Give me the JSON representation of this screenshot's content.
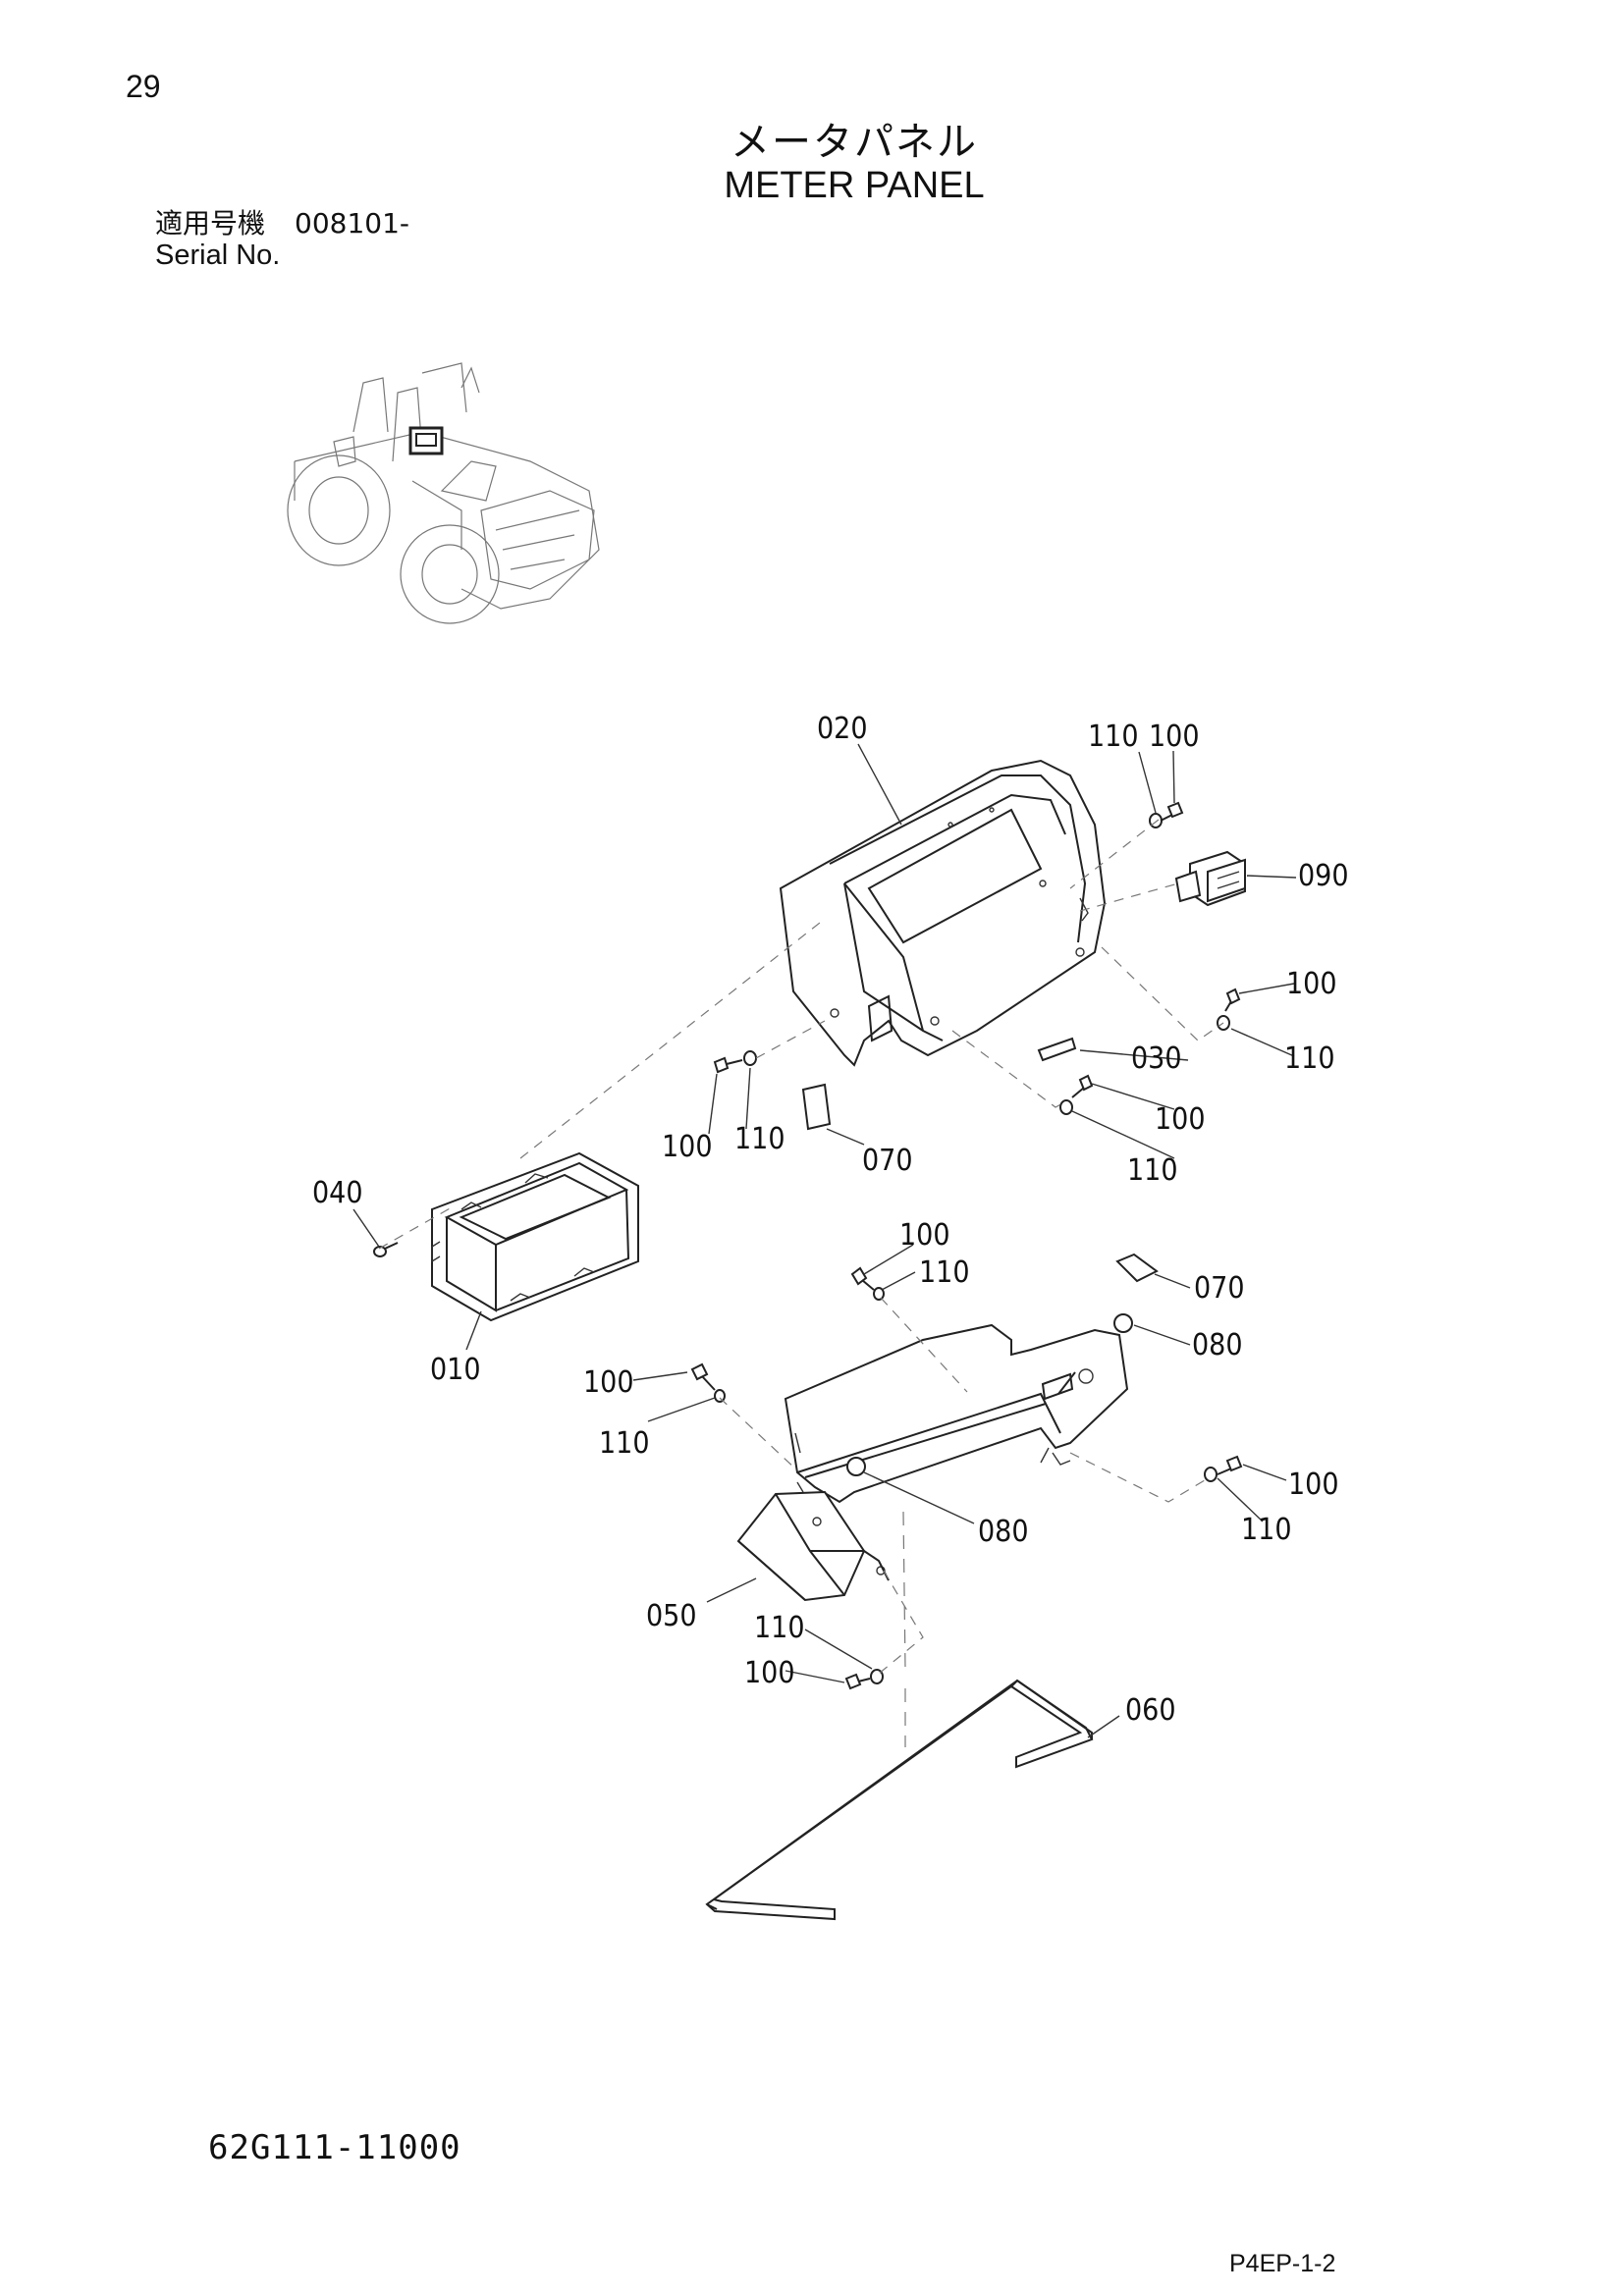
{
  "page": {
    "number": "29",
    "title_jp": "メータパネル",
    "title_en": "METER PANEL",
    "serial_label_jp": "適用号機",
    "serial_value": "008101-",
    "serial_label_en": "Serial No.",
    "drawing_number": "62G111-11000",
    "page_code": "P4EP-1-2"
  },
  "callouts": [
    {
      "id": "020",
      "text": "020"
    },
    {
      "id": "110-top",
      "text": "110"
    },
    {
      "id": "100-top",
      "text": "100"
    },
    {
      "id": "090",
      "text": "090"
    },
    {
      "id": "100-right1",
      "text": "100"
    },
    {
      "id": "030",
      "text": "030"
    },
    {
      "id": "110-right1",
      "text": "110"
    },
    {
      "id": "100-mid",
      "text": "100"
    },
    {
      "id": "110-mid",
      "text": "110"
    },
    {
      "id": "100-left",
      "text": "100"
    },
    {
      "id": "110-left",
      "text": "110"
    },
    {
      "id": "070-top",
      "text": "070"
    },
    {
      "id": "040",
      "text": "040"
    },
    {
      "id": "010",
      "text": "010"
    },
    {
      "id": "100-center",
      "text": "100"
    },
    {
      "id": "110-center",
      "text": "110"
    },
    {
      "id": "070-right",
      "text": "070"
    },
    {
      "id": "080-right",
      "text": "080"
    },
    {
      "id": "100-bl",
      "text": "100"
    },
    {
      "id": "110-bl",
      "text": "110"
    },
    {
      "id": "100-br",
      "text": "100"
    },
    {
      "id": "110-br",
      "text": "110"
    },
    {
      "id": "080-mid",
      "text": "080"
    },
    {
      "id": "050",
      "text": "050"
    },
    {
      "id": "110-bottom",
      "text": "110"
    },
    {
      "id": "100-bottom",
      "text": "100"
    },
    {
      "id": "060",
      "text": "060"
    }
  ]
}
